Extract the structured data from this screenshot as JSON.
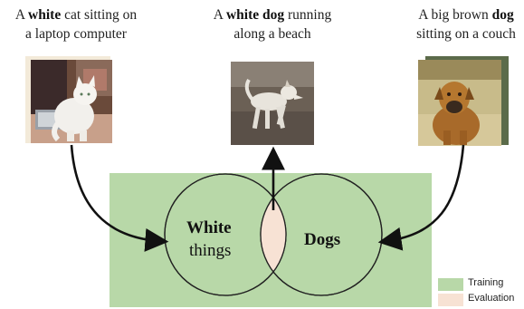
{
  "captions": [
    {
      "pre": "A ",
      "bold": "white",
      "post": " cat sitting on",
      "line2": "a laptop computer"
    },
    {
      "pre": "A ",
      "bold": "white dog",
      "post": " running",
      "line2": "along a beach"
    },
    {
      "pre": "A big brown ",
      "bold": "dog",
      "post": "",
      "line2": "sitting on a couch"
    }
  ],
  "venn": {
    "left_bold": "White",
    "left_rest": "things",
    "right_bold": "Dogs"
  },
  "legend": [
    {
      "label": "Training",
      "color": "#b8d8a8"
    },
    {
      "label": "Evaluation",
      "color": "#f7e2d4"
    }
  ],
  "images": [
    {
      "name": "white-cat-on-laptop-photo"
    },
    {
      "name": "white-dog-on-beach-photo"
    },
    {
      "name": "brown-dog-on-couch-photo"
    }
  ]
}
